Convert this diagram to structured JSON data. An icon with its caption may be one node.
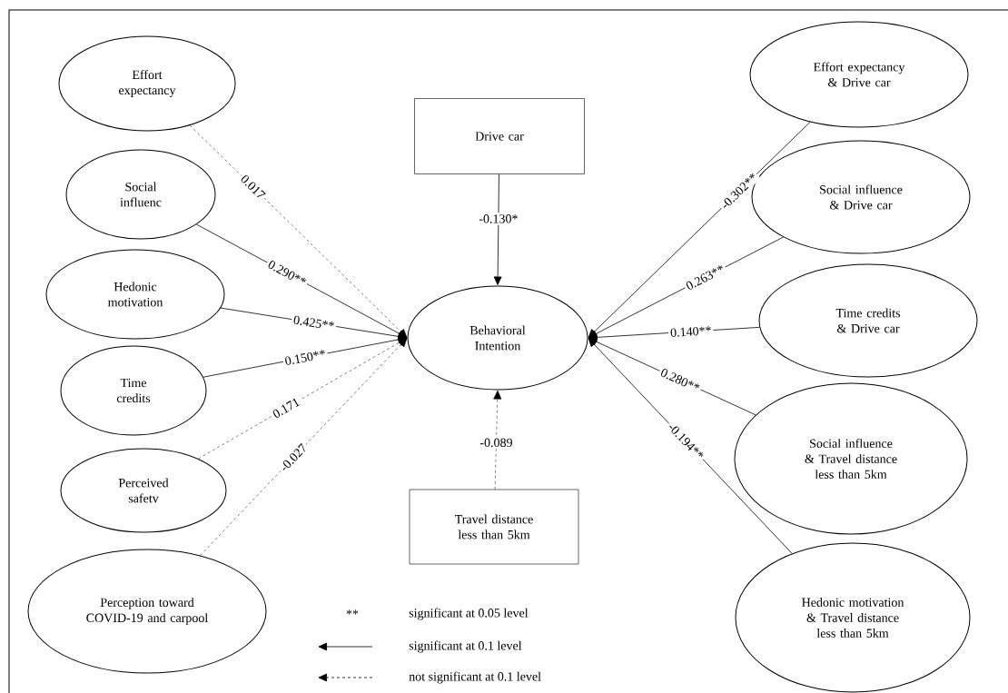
{
  "diagram": {
    "nodes": [
      {
        "text": [
          "Effort expectancy"
        ]
      },
      {
        "text": [
          "Social influenc"
        ]
      },
      {
        "text": [
          "Hedonic motivation"
        ]
      },
      {
        "text": [
          "Time credits"
        ]
      },
      {
        "text": [
          "Perceived safetv"
        ]
      },
      {
        "text": [
          "Perception toward COVID-19 and carpool"
        ]
      },
      {
        "text": [
          "Drive car"
        ]
      },
      {
        "text": [
          "Behavioral Intention"
        ]
      },
      {
        "text": [
          "Travel distance less than 5km"
        ]
      },
      {
        "text": [
          "Effort expectancy & Drive car"
        ]
      },
      {
        "text": [
          "Social influence & Drive car"
        ]
      },
      {
        "text": [
          "Time credits & Drive car"
        ]
      },
      {
        "text": [
          "Social influence & Travel distance less than 5km"
        ]
      },
      {
        "text": [
          "Hedonic motivation & Travel distance less than 5km"
        ]
      }
    ],
    "edges": [
      {
        "from": 0,
        "to": 7,
        "arrow": "to",
        "label": "0.017",
        "style": "dashed"
      },
      {
        "from": 1,
        "to": 7,
        "arrow": "to",
        "label": "0.290**"
      },
      {
        "from": 2,
        "to": 7,
        "arrow": "to",
        "label": "0.425**"
      },
      {
        "from": 3,
        "to": 7,
        "arrow": "to",
        "label": "0.150**"
      },
      {
        "from": 4,
        "to": 7,
        "arrow": "to",
        "label": "0.171",
        "style": "dashed"
      },
      {
        "from": 5,
        "to": 7,
        "arrow": "to",
        "label": "-0.027",
        "style": "dashed"
      },
      {
        "from": 6,
        "to": 7,
        "arrow": "to",
        "label": "-0.130*"
      },
      {
        "from": 8,
        "to": 7,
        "arrow": "to",
        "label": "-0.089",
        "style": "dashed"
      },
      {
        "from": 9,
        "to": 7,
        "arrow": "to",
        "label": "-0.302**"
      },
      {
        "from": 10,
        "to": 7,
        "arrow": "to",
        "label": "0.263**"
      },
      {
        "from": 11,
        "to": 7,
        "arrow": "to",
        "label": "0.140**"
      },
      {
        "from": 12,
        "to": 7,
        "arrow": "to",
        "label": "0.280**"
      },
      {
        "from": 13,
        "to": 7,
        "arrow": "to",
        "label": "-0.194**"
      }
    ],
    "labels": [
      "**"
    ],
    "legend": [
      {
        "text": "significant at 0.05 level"
      },
      {
        "text": "significant at 0.1 level"
      },
      {
        "text": "not significant at 0.1 level"
      }
    ]
  }
}
